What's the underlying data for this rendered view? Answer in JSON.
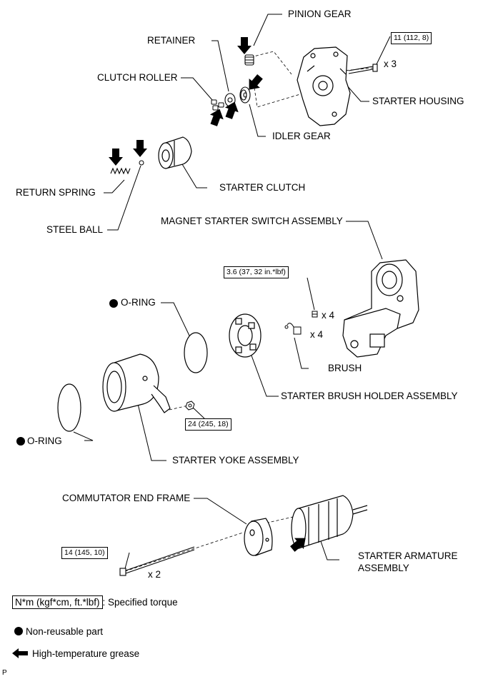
{
  "labels": {
    "pinion_gear": "PINION GEAR",
    "retainer": "RETAINER",
    "clutch_roller": "CLUTCH ROLLER",
    "starter_housing": "STARTER HOUSING",
    "idler_gear": "IDLER GEAR",
    "return_spring": "RETURN SPRING",
    "starter_clutch": "STARTER CLUTCH",
    "steel_ball": "STEEL BALL",
    "magnet_switch": "MAGNET STARTER SWITCH ASSEMBLY",
    "o_ring_upper": "O-RING",
    "brush": "BRUSH",
    "brush_holder": "STARTER BRUSH HOLDER ASSEMBLY",
    "o_ring_lower": "O-RING",
    "yoke": "STARTER YOKE ASSEMBLY",
    "commutator_end_frame": "COMMUTATOR END FRAME",
    "armature_line1": "STARTER ARMATURE",
    "armature_line2": "ASSEMBLY"
  },
  "torques": {
    "housing_bolt": "11 (112, 8)",
    "switch_nut": "3.6 (37, 32 in.*lbf)",
    "yoke_nut": "24 (245, 18)",
    "frame_bolt": "14 (145, 10)"
  },
  "quantities": {
    "housing_bolt": "x 3",
    "switch_nut": "x 4",
    "brush": "x 4",
    "frame_bolt": "x 2"
  },
  "legend": {
    "torque_box": "N*m (kgf*cm, ft.*lbf)",
    "torque_text": ": Specified torque",
    "non_reusable": "Non-reusable part",
    "grease": "High-temperature grease"
  },
  "footer_code": "P"
}
